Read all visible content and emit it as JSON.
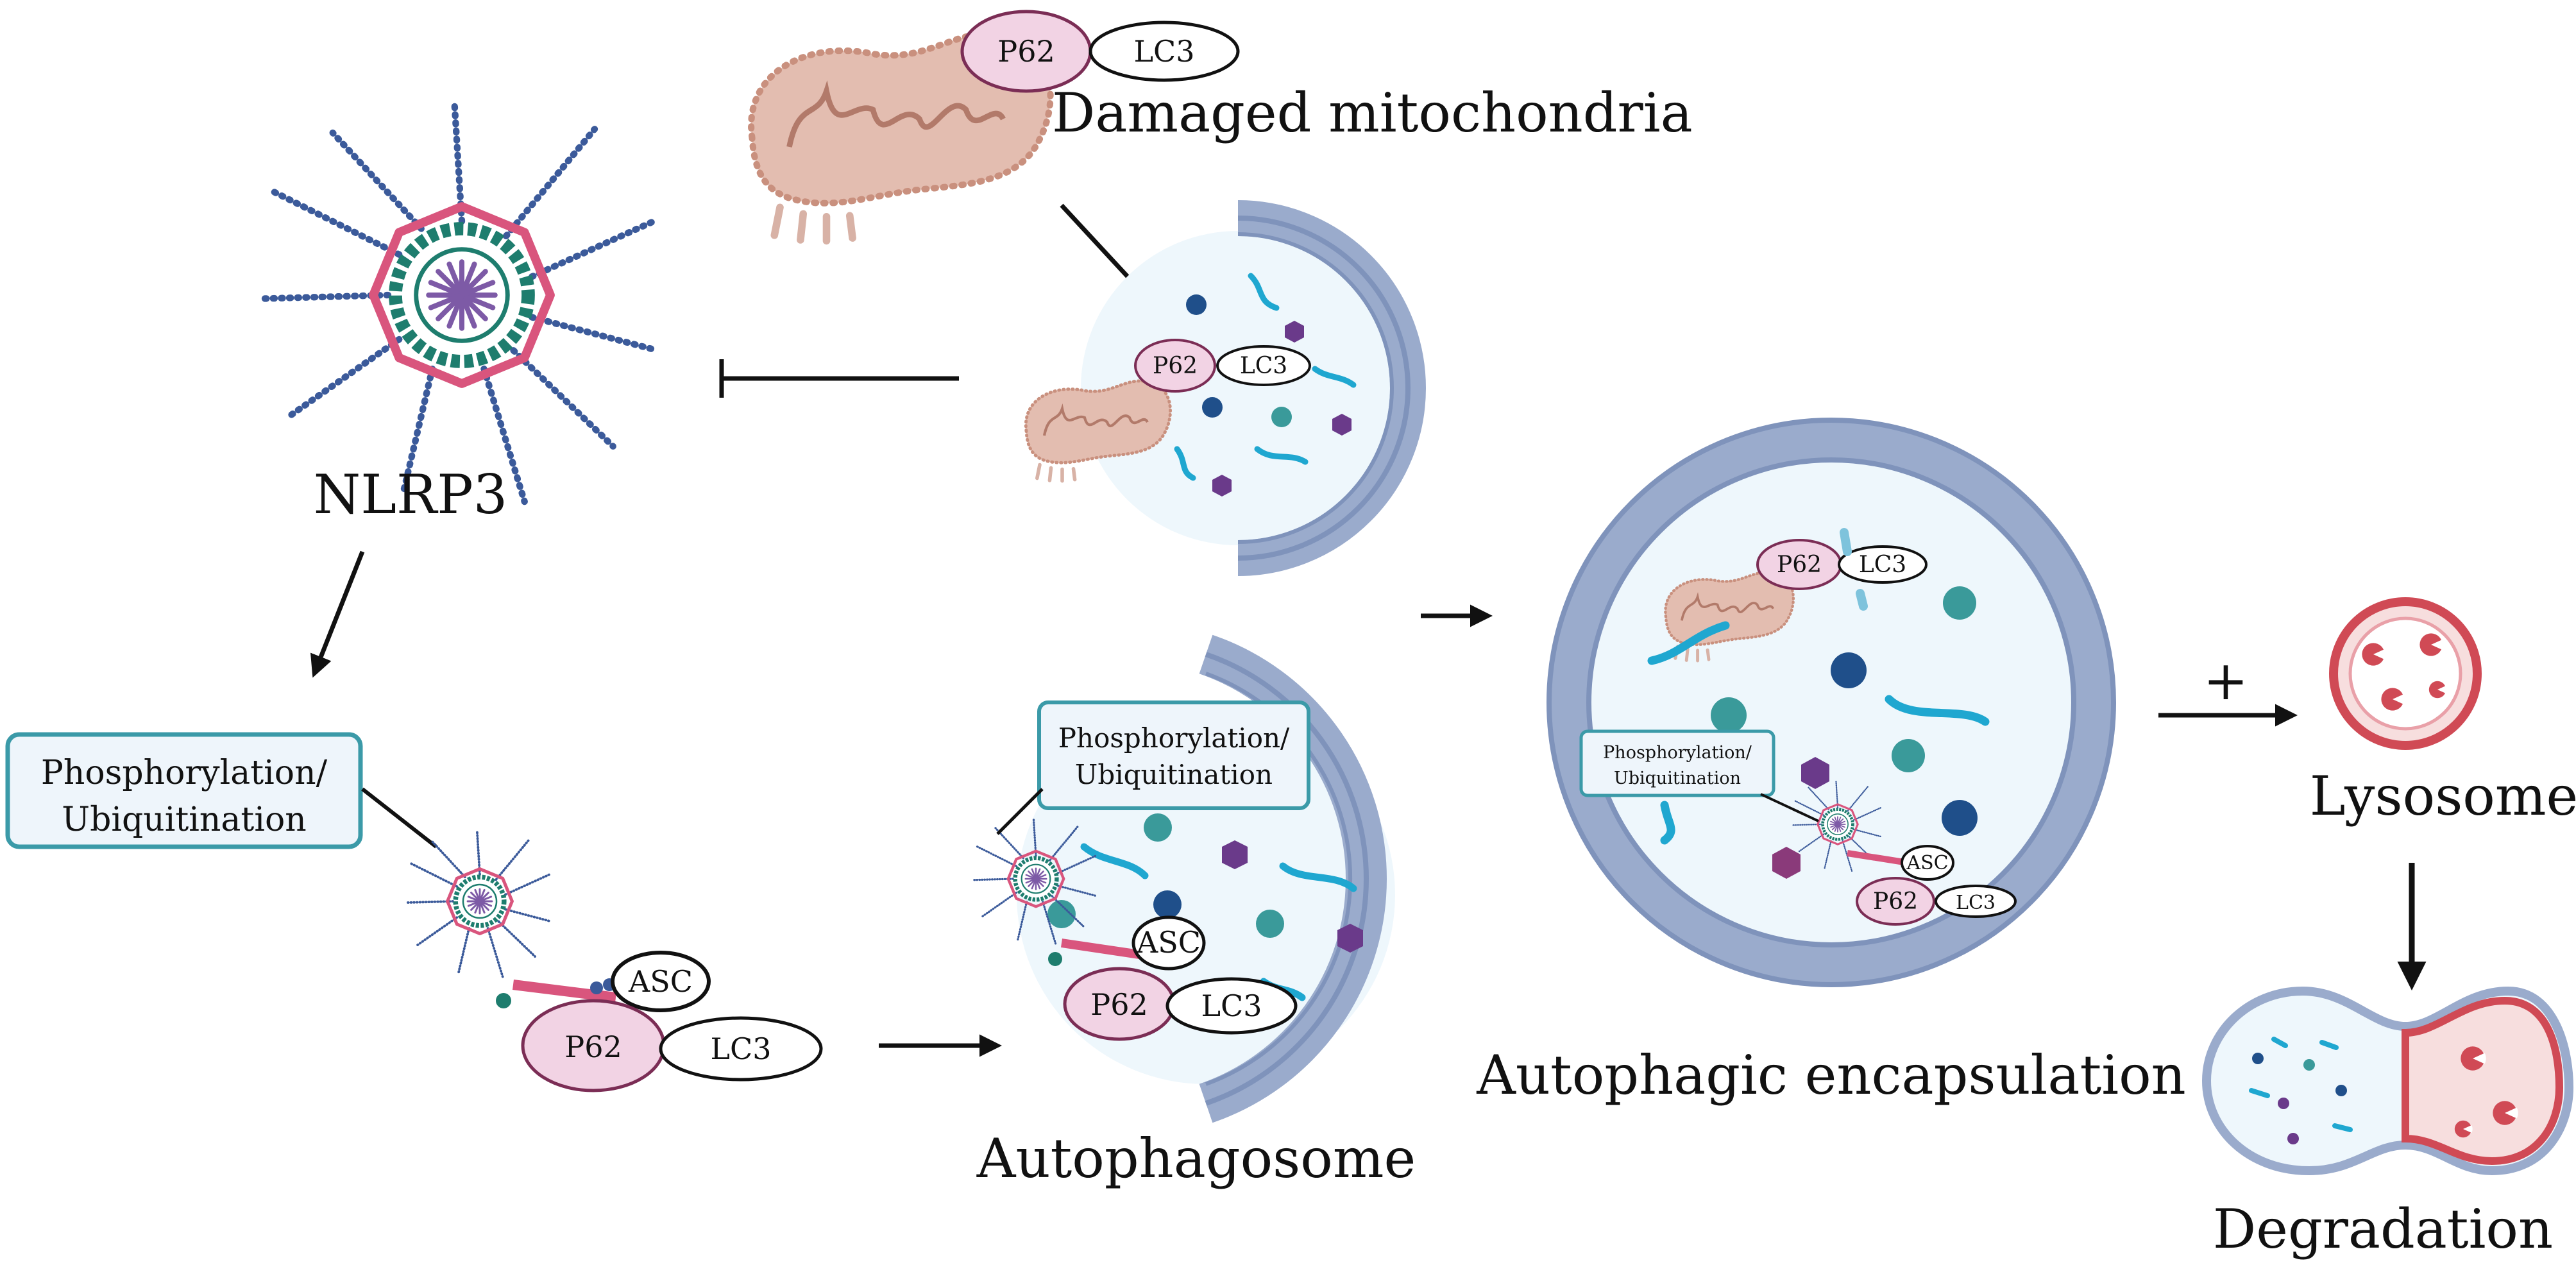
{
  "labels": {
    "damaged_mitochondria": "Damaged mitochondria",
    "nlrp3": "NLRP3",
    "autophagosome": "Autophagosome",
    "autophagic_encapsulation": "Autophagic encapsulation",
    "lysosome": "Lysosome",
    "degradation": "Degradation",
    "plus": "+"
  },
  "proteins": {
    "p62": "P62",
    "lc3": "LC3",
    "asc": "ASC"
  },
  "boxes": {
    "phos_line1": "Phosphorylation/",
    "phos_line2": "Ubiquitination"
  },
  "colors": {
    "membrane": "#9aabcc",
    "membrane_dark": "#7f93bb",
    "interior": "#eef7fc",
    "p62_fill": "#f2d3e4",
    "p62_stroke": "#7b2d55",
    "mito_fill": "#e3bdb0",
    "mito_stroke": "#c9907e",
    "ring_pink": "#d9557d",
    "ring_teal": "#1e7d6e",
    "spoke_blue": "#3b5a9a",
    "center_purple": "#7d5aa6",
    "box_border": "#3b9aa8",
    "box_fill": "#eef5fb",
    "lyso_red": "#d04a55",
    "lyso_fill": "#f7dede",
    "cargo_cyan": "#1fa7d0",
    "cargo_navy": "#1f4f8a",
    "cargo_teal": "#3a9a9a",
    "cargo_purple": "#6a3a8a"
  }
}
